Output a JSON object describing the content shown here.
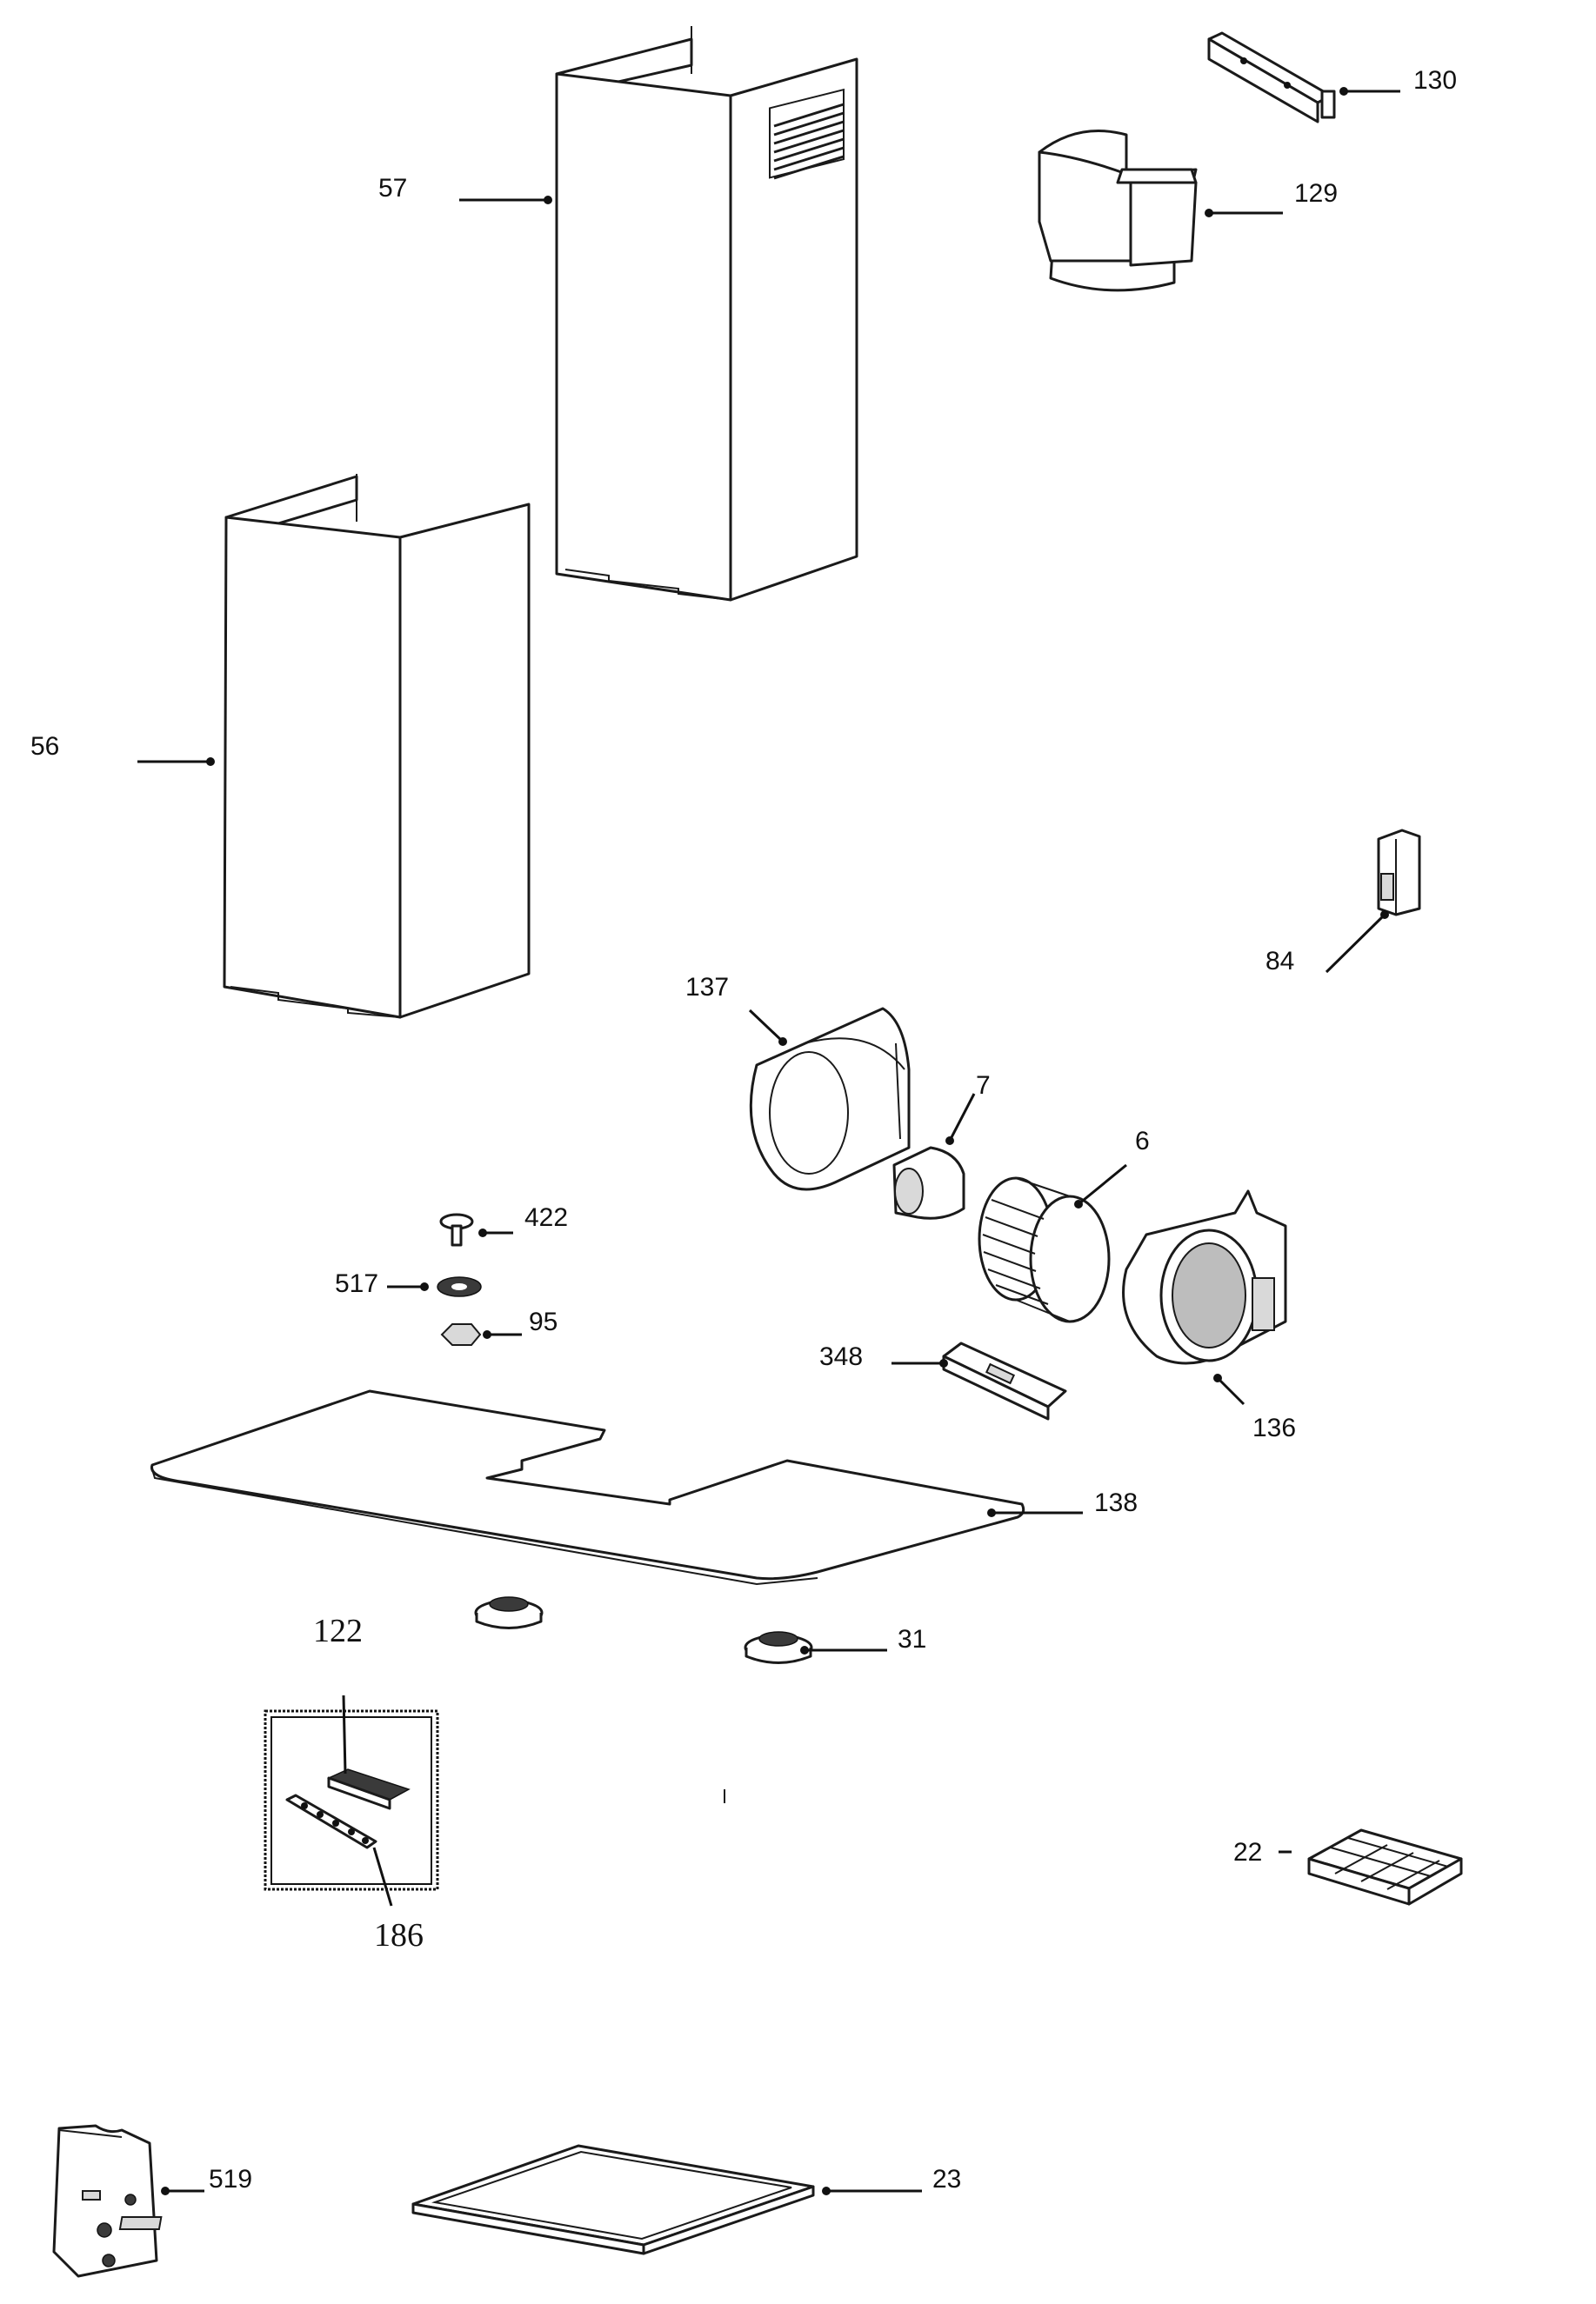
{
  "diagram": {
    "callouts": {
      "p57": "57",
      "p56": "56",
      "p130": "130",
      "p129": "129",
      "p84": "84",
      "p137": "137",
      "p7": "7",
      "p6": "6",
      "p136": "136",
      "p422": "422",
      "p517": "517",
      "p95": "95",
      "p348": "348",
      "p138": "138",
      "p31": "31",
      "p122": "122",
      "p186": "186",
      "p22": "22",
      "p519": "519",
      "p23": "23"
    },
    "colors": {
      "line": "#1a1a1a",
      "background": "#ffffff",
      "shade": "#d9d9d9"
    }
  }
}
